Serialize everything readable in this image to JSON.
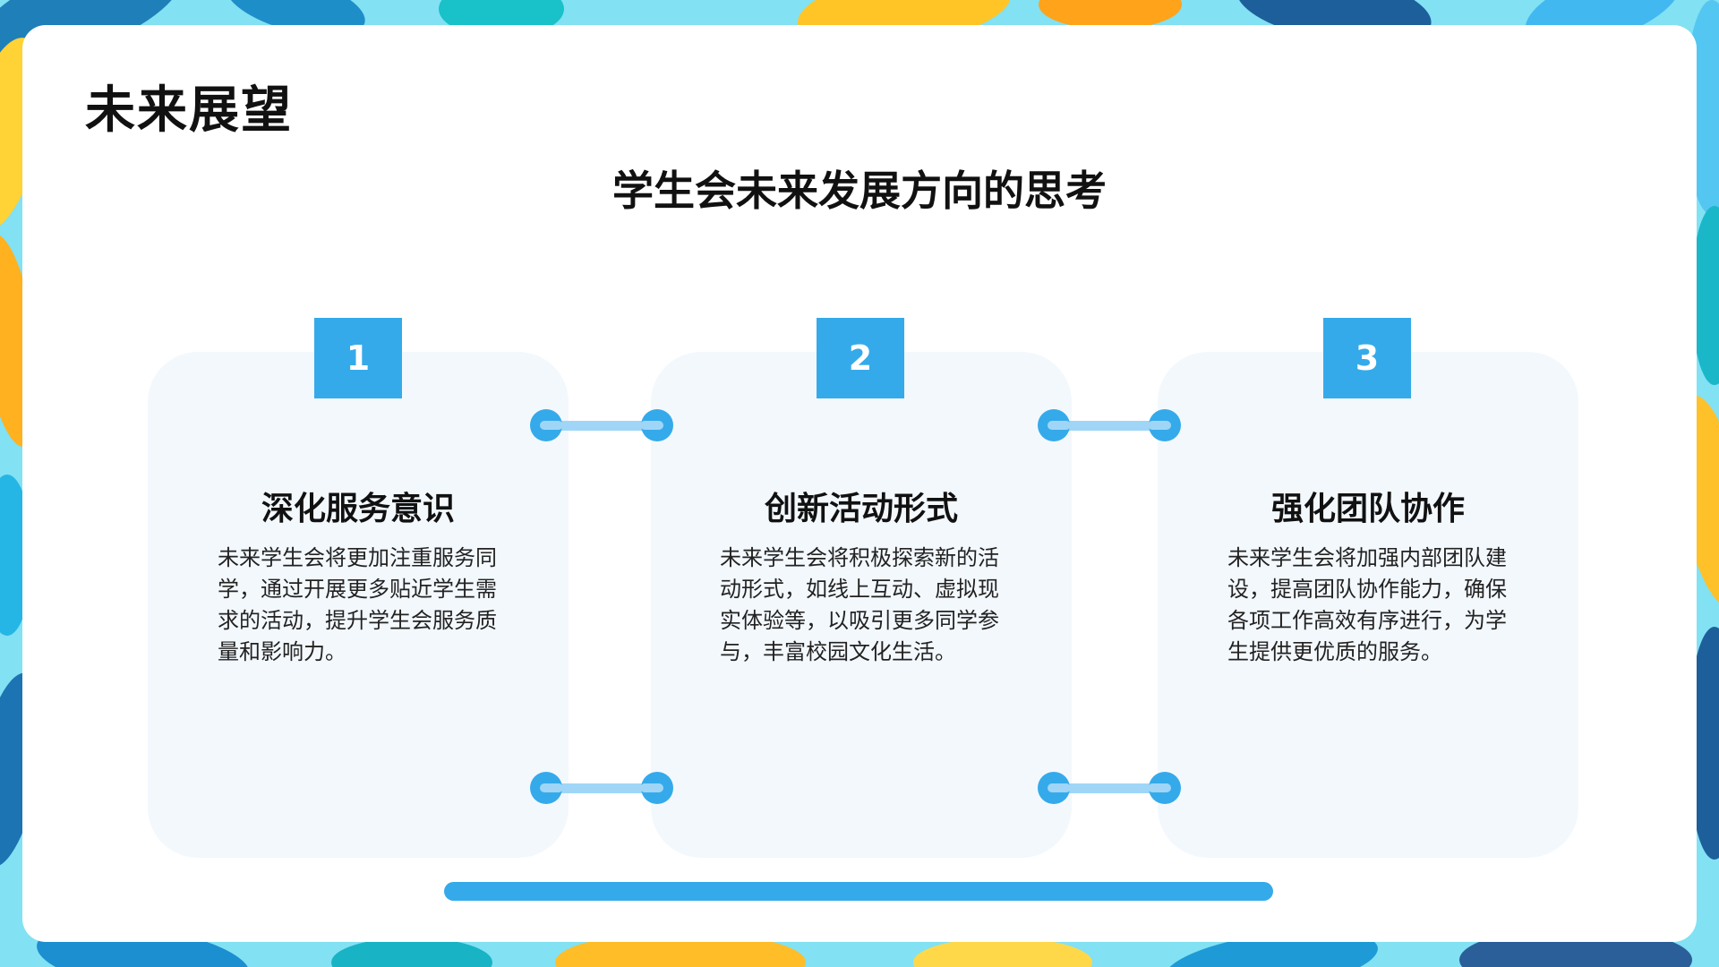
{
  "slide": {
    "title": "未来展望",
    "subtitle": "学生会未来发展方向的思考"
  },
  "cards": [
    {
      "number": "1",
      "heading": "深化服务意识",
      "body": "未来学生会将更加注重服务同学，通过开展更多贴近学生需求的活动，提升学生会服务质量和影响力。"
    },
    {
      "number": "2",
      "heading": "创新活动形式",
      "body": "未来学生会将积极探索新的活动形式，如线上互动、虚拟现实体验等，以吸引更多同学参与，丰富校园文化生活。"
    },
    {
      "number": "3",
      "heading": "强化团队协作",
      "body": "未来学生会将加强内部团队建设，提高团队协作能力，确保各项工作高效有序进行，为学生提供更优质的服务。"
    }
  ],
  "colors": {
    "accent": "#35aaea",
    "accent_light": "#9fd6f7",
    "card_bg": "#f3f8fd",
    "slide_bg": "#ffffff",
    "frame_bg": "#7fe0f2"
  }
}
